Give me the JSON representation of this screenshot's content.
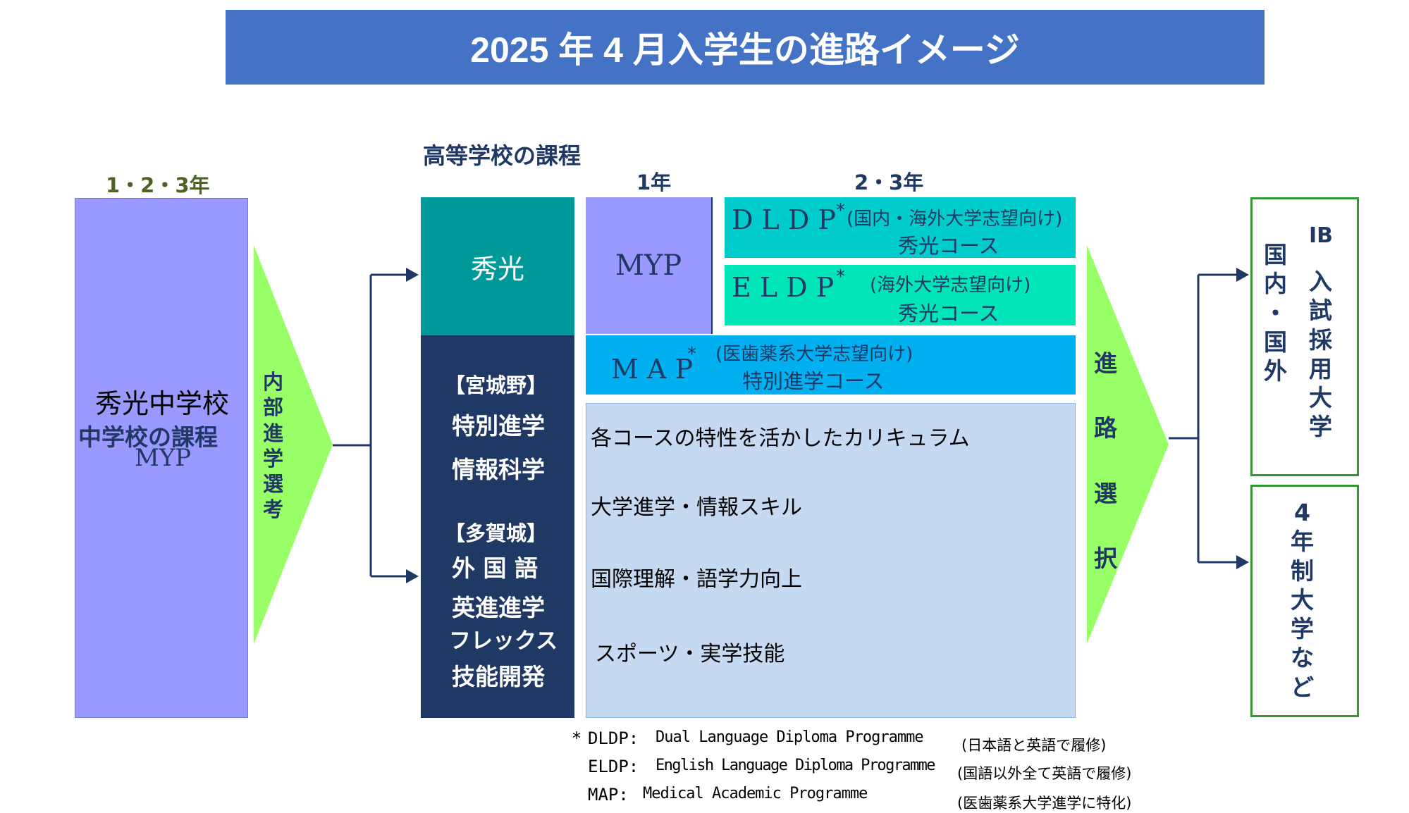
{
  "title": "2025 年 4 月入学生の進路イメージ",
  "headers": {
    "junior_years": "1・2・3年",
    "hs_course": "高等学校の課程",
    "year1": "1年",
    "year23": "2・3年"
  },
  "junior": {
    "school": "秀光中学校",
    "course": "中学校の課程",
    "program": "MYP"
  },
  "internal_selection": "内\n部\n進\n学\n選\n考",
  "hs_left": {
    "shuko": "秀光",
    "miyagino": "【宮城野】",
    "miyagino_courses": [
      "特別進学",
      "情報科学"
    ],
    "tagajo": "【多賀城】",
    "tagajo_courses": [
      "外 国 語",
      "英進進学",
      "フレックス",
      "技能開発"
    ]
  },
  "myp": "MYP",
  "dldp": {
    "code": "D L D P",
    "star": "*",
    "target": "(国内・海外大学志望向け)",
    "course": "秀光コース"
  },
  "eldp": {
    "code": "E L D P",
    "star": "*",
    "target": "(海外大学志望向け)",
    "course": "秀光コース"
  },
  "map": {
    "code": "M A P",
    "star": "*",
    "target": "(医歯薬系大学志望向け)",
    "course": "特別進学コース"
  },
  "curriculum": [
    "各コースの特性を活かしたカリキュラム",
    "大学進学・情報スキル",
    "国際理解・語学力向上",
    "スポーツ・実学技能"
  ],
  "career_choice": "進\n路\n選\n択",
  "outcome1": {
    "left": "国\n内\n・\n国\n外",
    "right_top": "IB",
    "right": "入\n試\n採\n用\n大\n学"
  },
  "outcome2": "4\n年\n制\n大\n学\nな\nど",
  "footnotes": [
    {
      "mark": "*",
      "abbr": "DLDP:",
      "full": "Dual Language Diploma Programme",
      "note": "(日本語と英語で履修)"
    },
    {
      "mark": "",
      "abbr": "ELDP:",
      "full": "English Language Diploma Programme",
      "note": "(国語以外全て英語で履修)"
    },
    {
      "mark": "",
      "abbr": "MAP:",
      "full": "Medical Academic Programme",
      "note": "(医歯薬系大学進学に特化)"
    }
  ],
  "colors": {
    "title_bg": "#4472c4",
    "junior_box": "#9999ff",
    "arrow_green": "#99ff66",
    "shuko_teal": "#009999",
    "navy": "#1f3864",
    "dldp_teal": "#00cccc",
    "eldp_green": "#00e6b8",
    "map_blue": "#00b0f0",
    "curriculum_bg": "#c5d9f1",
    "outcome_border": "#339933"
  }
}
